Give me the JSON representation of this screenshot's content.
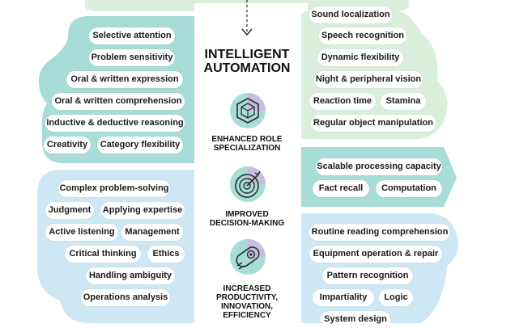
{
  "colors": {
    "green": "#d9efdc",
    "teal": "#a8dcd6",
    "blue": "#cde8f4",
    "white": "#ffffff",
    "text": "#111111",
    "icon_dark": "#2a2a2a",
    "icon_green": "#a8dcd6",
    "icon_lilac": "#c7bede"
  },
  "center": {
    "title_line1": "INTELLIGENT",
    "title_line2": "AUTOMATION",
    "benefits": [
      {
        "lines": [
          "ENHANCED ROLE",
          "SPECIALIZATION"
        ],
        "icon": "cube-icon"
      },
      {
        "lines": [
          "IMPROVED",
          "DECISION-MAKING"
        ],
        "icon": "target-icon"
      },
      {
        "lines": [
          "INCREASED",
          "PRODUCTIVITY,",
          "INNOVATION,",
          "EFFICIENCY"
        ],
        "icon": "gear-speed-icon"
      }
    ]
  },
  "left_top": {
    "pills": [
      "Selective attention",
      "Problem sensitivity",
      "Oral & written expression",
      "Oral & written comprehension",
      "Inductive & deductive reasoning",
      "Creativity",
      "Category flexibility"
    ]
  },
  "left_bottom": {
    "pills": [
      "Complex problem-solving",
      "Judgment",
      "Applying expertise",
      "Active listening",
      "Management",
      "Critical thinking",
      "Ethics",
      "Handling ambiguity",
      "Operations analysis"
    ]
  },
  "right_top": {
    "pills": [
      "Sound localization",
      "Speech recognition",
      "Dynamic flexibility",
      "Night & peripheral vision",
      "Reaction time",
      "Stamina",
      "Regular object manipulation"
    ]
  },
  "right_middle": {
    "pills": [
      "Scalable processing capacity",
      "Fact recall",
      "Computation"
    ]
  },
  "right_bottom": {
    "pills": [
      "Routine reading comprehension",
      "Equipment operation & repair",
      "Pattern recognition",
      "Impartiality",
      "Logic",
      "System design"
    ]
  }
}
